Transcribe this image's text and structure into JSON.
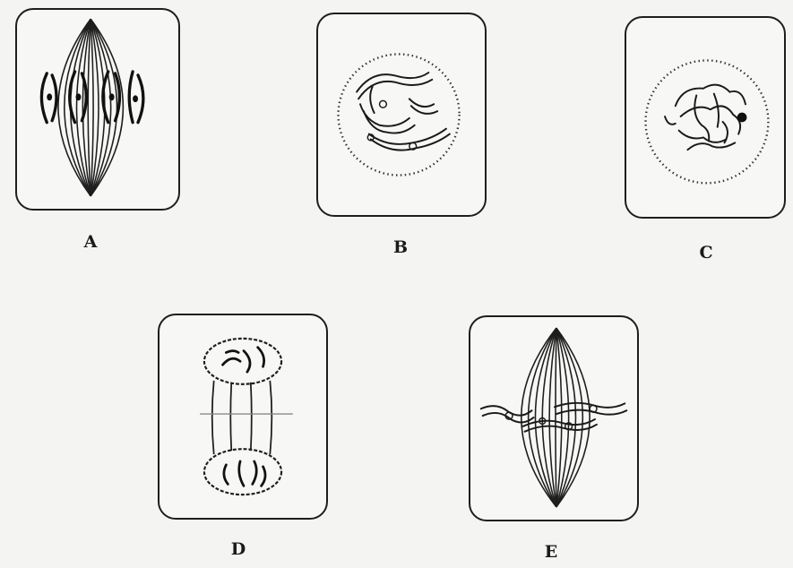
{
  "panels": [
    {
      "id": "A",
      "label": "A"
    },
    {
      "id": "B",
      "label": "B"
    },
    {
      "id": "C",
      "label": "C"
    },
    {
      "id": "D",
      "label": "D"
    },
    {
      "id": "E",
      "label": "E"
    }
  ],
  "colors": {
    "ink": "#1e1e1e",
    "background": "#f4f4f2"
  }
}
